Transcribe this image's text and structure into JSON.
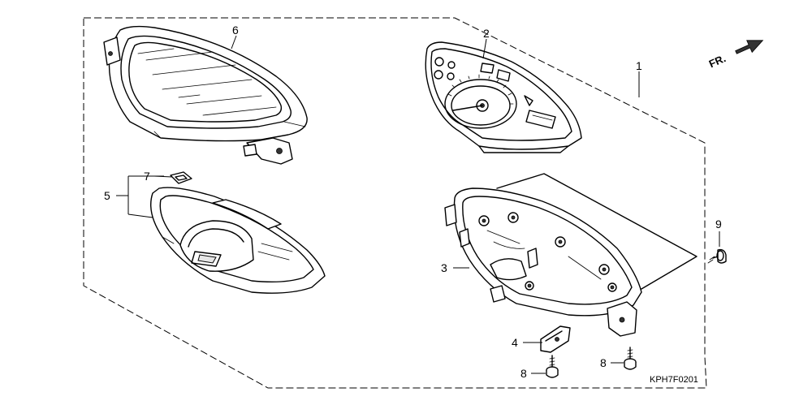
{
  "diagram": {
    "callouts": [
      {
        "id": "1",
        "text": "1"
      },
      {
        "id": "2",
        "text": "2"
      },
      {
        "id": "3",
        "text": "3"
      },
      {
        "id": "4",
        "text": "4"
      },
      {
        "id": "5",
        "text": "5"
      },
      {
        "id": "6",
        "text": "6"
      },
      {
        "id": "7",
        "text": "7"
      },
      {
        "id": "8a",
        "text": "8"
      },
      {
        "id": "8b",
        "text": "8"
      },
      {
        "id": "9",
        "text": "9"
      }
    ],
    "direction_marker": "FR.",
    "figure_code": "KPH7F0201"
  }
}
